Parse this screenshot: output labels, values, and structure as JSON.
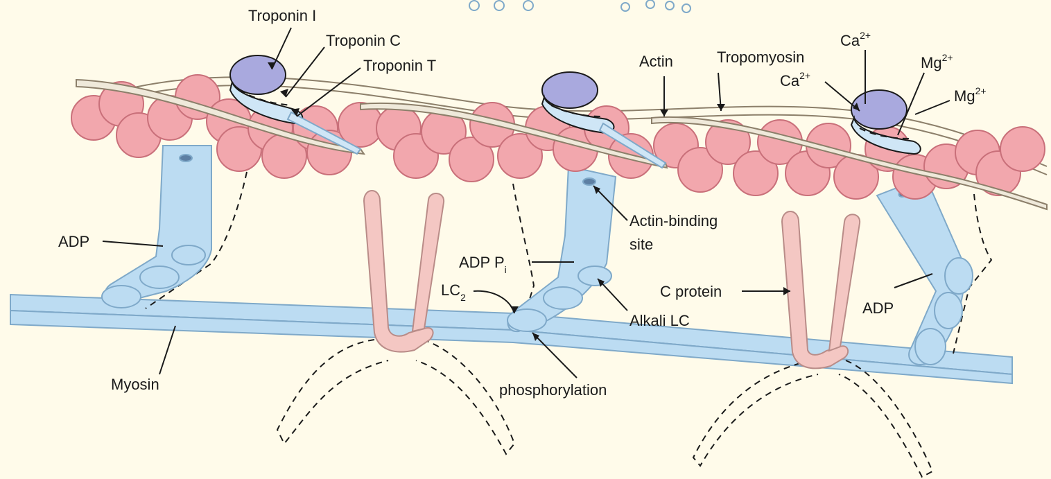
{
  "labels": {
    "troponin_i": "Troponin I",
    "troponin_c": "Troponin C",
    "troponin_t": "Troponin T",
    "actin": "Actin",
    "tropomyosin": "Tropomyosin",
    "ca_top": "Ca",
    "ca_top_sup": "2+",
    "ca_mid": "Ca",
    "ca_mid_sup": "2+",
    "mg_top": "Mg",
    "mg_top_sup": "2+",
    "mg_right": "Mg",
    "mg_right_sup": "2+",
    "adp_left": "ADP",
    "actin_binding_line1": "Actin-binding",
    "actin_binding_line2": "site",
    "adp_pi": "ADP P",
    "adp_pi_sub": "i",
    "lc2": "LC",
    "lc2_sub": "2",
    "alkali_lc": "Alkali LC",
    "c_protein": "C protein",
    "adp_right": "ADP",
    "myosin": "Myosin",
    "phosphorylation": "phosphorylation"
  },
  "colors": {
    "background": "#fffbea",
    "actin_bead": "#f2a7ad",
    "actin_bead_edge": "#c9707a",
    "myosin": "#bcdcf2",
    "myosin_edge": "#7fa9c9",
    "troponin_i": "#a9a9de",
    "troponin_c": "#cfe6f6",
    "c_protein": "#f4c7c3",
    "tropomyosin": "#efe9da",
    "ion_circle": "#7fa9c9"
  }
}
